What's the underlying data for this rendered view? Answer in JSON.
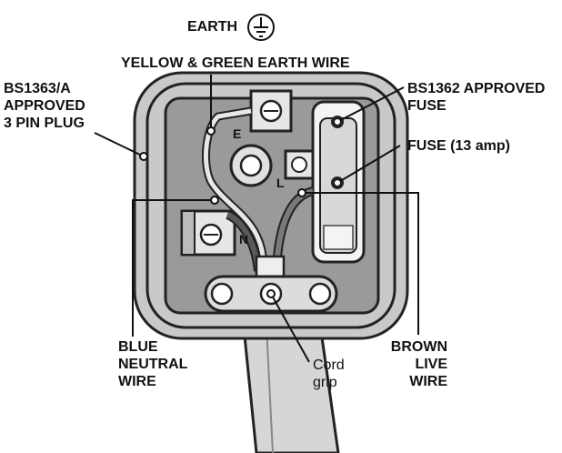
{
  "labels": {
    "earth": "EARTH",
    "earth_wire": "YELLOW & GREEN EARTH WIRE",
    "plug": [
      "BS1363/A",
      "APPROVED",
      "3 PIN PLUG"
    ],
    "fuse_approved": [
      "BS1362 APPROVED",
      "FUSE"
    ],
    "fuse_rating": "FUSE (13 amp)",
    "blue": [
      "BLUE",
      "NEUTRAL",
      "WIRE"
    ],
    "cord_grip": [
      "Cord",
      "grip"
    ],
    "brown": [
      "BROWN",
      "LIVE",
      "WIRE"
    ],
    "terminal_e": "E",
    "terminal_l": "L",
    "terminal_n": "N"
  },
  "icons": [
    "earth-symbol-icon"
  ]
}
